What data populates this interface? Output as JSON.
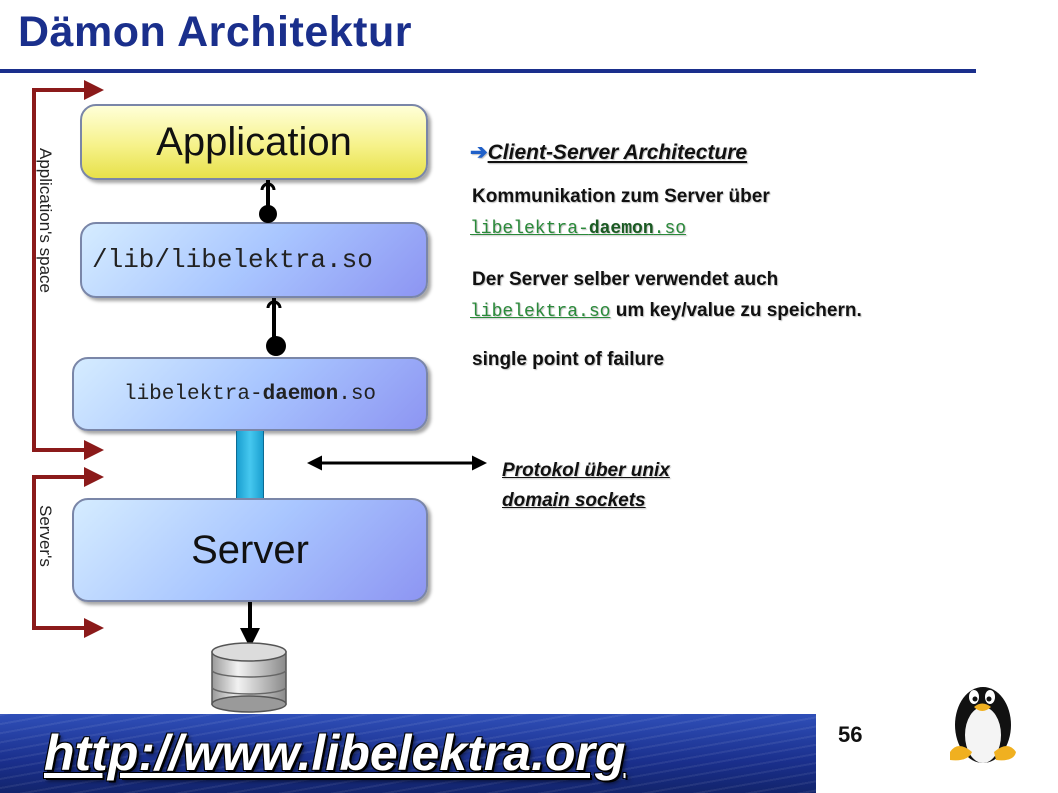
{
  "slide": {
    "title": "Dämon Architektur",
    "page_number": "56",
    "footer_url": "http://www.libelektra.org"
  },
  "diagram": {
    "application_box": "Application",
    "lib_box": "/lib/libelektra.so",
    "daemon_box": {
      "prefix": "libelektra-",
      "bold": "daemon",
      "suffix": ".so"
    },
    "server_box": "Server",
    "application_space_label": "Application's space",
    "server_space_label": "Server's",
    "protocol_line1": "Protokol über unix",
    "protocol_line2": "domain sockets"
  },
  "text_panel": {
    "arrow_glyph": "➔",
    "heading": "Client-Server Architecture",
    "bullet_glyph": "",
    "point1_text": "Kommunikation zum Server über",
    "point1_code_prefix": "libelektra-",
    "point1_code_bold": "daemon",
    "point1_code_suffix": ".so",
    "point2_text": "Der Server selber verwendet auch",
    "point2_code": "libelektra.so",
    "point2_tail": " um key/value zu speichern.",
    "point3_text": "single point of failure"
  },
  "colors": {
    "title_blue": "#1a2f8c",
    "arrow_dark_red": "#8b1a1a",
    "link_green": "#2a8a3a"
  },
  "icons": {
    "database": "database-icon",
    "linux": "tux-penguin-icon"
  }
}
